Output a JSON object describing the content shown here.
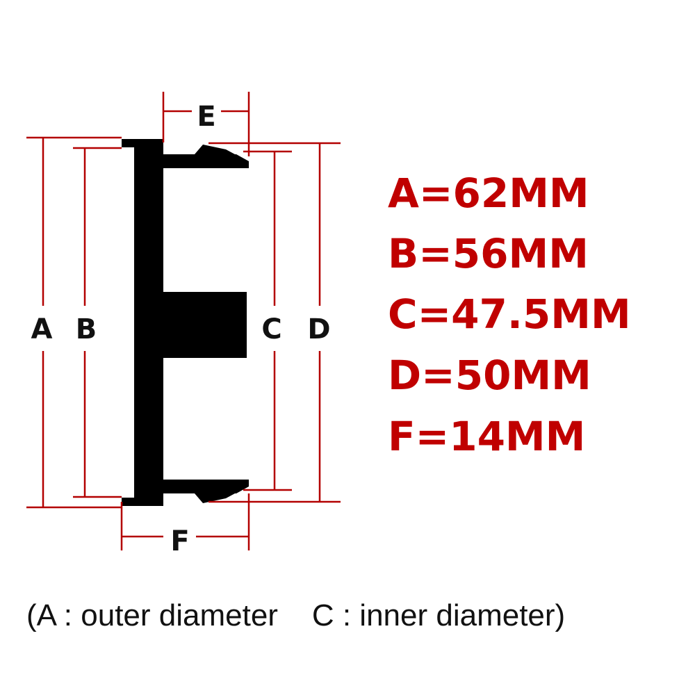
{
  "colors": {
    "dimension_line": "#b30000",
    "spec_text": "#c00000",
    "part": "#000000",
    "label": "#111111"
  },
  "labels": {
    "a": "A",
    "b": "B",
    "c": "C",
    "d": "D",
    "e": "E",
    "f": "F"
  },
  "specs": [
    "A=62MM",
    "B=56MM",
    "C=47.5MM",
    "D=50MM",
    "F=14MM"
  ],
  "caption": "(A : outer diameter    C : inner diameter)"
}
